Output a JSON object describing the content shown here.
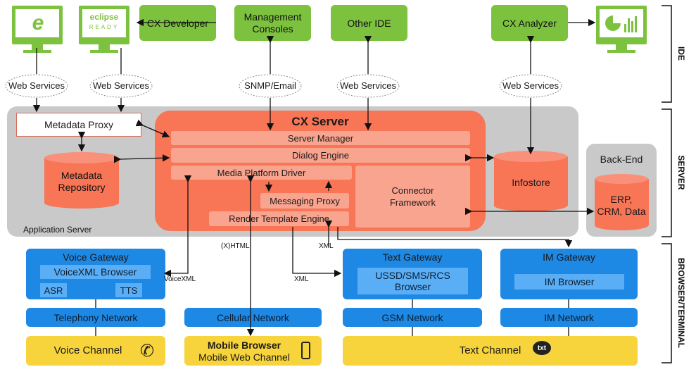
{
  "ide": {
    "cx_developer": "CX Developer",
    "management_consoles": "Management Consoles",
    "other_ide": "Other IDE",
    "cx_analyzer": "CX Analyzer",
    "eclipse_line1": "eclipse",
    "eclipse_line2": "READY"
  },
  "clouds": {
    "ws1": "Web Services",
    "ws2": "Web Services",
    "snmp": "SNMP/Email",
    "ws3": "Web Services",
    "ws4": "Web Services"
  },
  "server": {
    "app_server_label": "Application Server",
    "metadata_proxy": "Metadata Proxy",
    "metadata_repository": "Metadata Repository",
    "cx_server_title": "CX Server",
    "server_manager": "Server Manager",
    "dialog_engine": "Dialog Engine",
    "media_platform_driver": "Media Platform Driver",
    "messaging_proxy": "Messaging Proxy",
    "render_template_engine": "Render Template Engine",
    "connector_framework": "Connector Framework",
    "infostore": "Infostore",
    "backend_title": "Back-End",
    "backend_db": "ERP, CRM, Data"
  },
  "edge_labels": {
    "voicexml": "VoiceXML",
    "xhtml": "(X)HTML",
    "xml1": "XML",
    "xml2": "XML"
  },
  "gateways": {
    "voice_gateway": "Voice Gateway",
    "voicexml_browser": "VoiceXML Browser",
    "asr": "ASR",
    "tts": "TTS",
    "text_gateway": "Text Gateway",
    "ussd_browser": "USSD/SMS/RCS Browser",
    "im_gateway": "IM Gateway",
    "im_browser": "IM Browser"
  },
  "networks": {
    "telephony": "Telephony Network",
    "cellular": "Cellular Network",
    "gsm": "GSM Network",
    "im": "IM Network"
  },
  "channels": {
    "voice": "Voice Channel",
    "mobile_title": "Mobile Browser",
    "mobile_sub": "Mobile Web Channel",
    "text": "Text Channel",
    "txt_badge": "txt"
  },
  "side_labels": {
    "ide": "IDE",
    "server": "SERVER",
    "browser": "BROWSER/TERMINAL"
  },
  "colors": {
    "green": "#7dc23f",
    "cx_server": "#f87556",
    "blue": "#1e88e5",
    "yellow": "#f7d43b",
    "grey": "#c8c8c8"
  },
  "icons": [
    "ie-monitor-icon",
    "eclipse-monitor-icon",
    "analyzer-monitor-icon",
    "cloud-icon",
    "database-icon",
    "phone-icon",
    "mobile-icon",
    "txt-icon"
  ]
}
